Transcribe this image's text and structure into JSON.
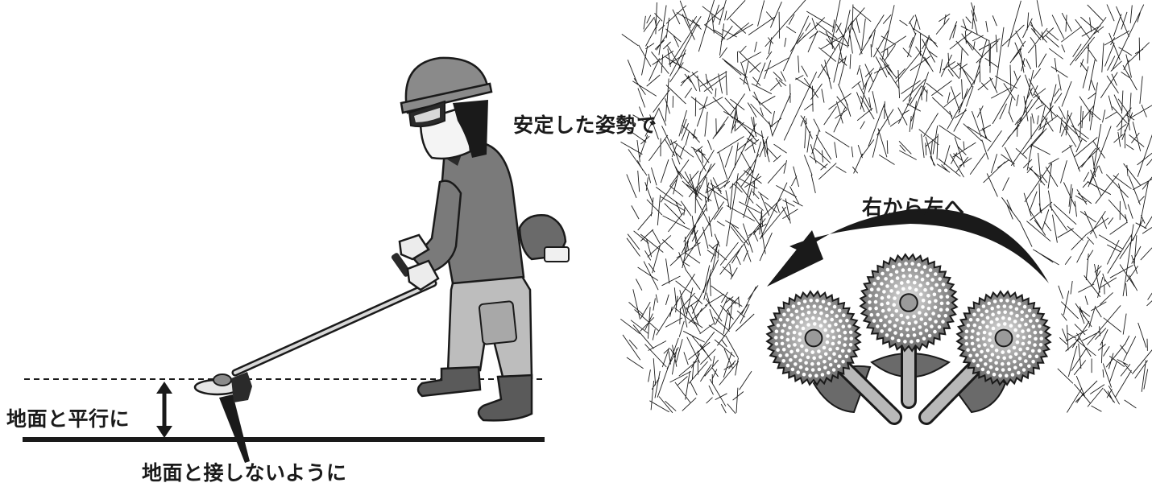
{
  "labels": {
    "posture": "安定した姿勢で",
    "direction": "右から左へ",
    "parallel": "地面と平行に",
    "no_contact": "地面と接しないように"
  },
  "colors": {
    "ink": "#1a1a1a",
    "grey_dark": "#5a5a5a",
    "grey_mid": "#8a8a8a",
    "grey_light": "#c8c8c8"
  }
}
